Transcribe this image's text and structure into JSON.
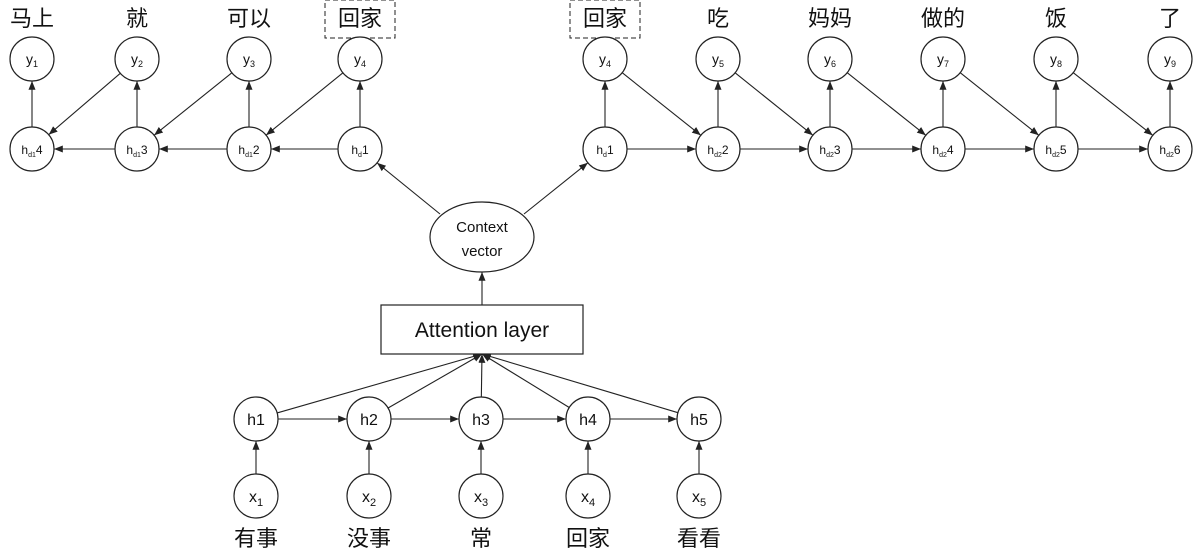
{
  "encoder": {
    "inputs": [
      {
        "base": "x",
        "sub": "1",
        "word": "有事"
      },
      {
        "base": "x",
        "sub": "2",
        "word": "没事"
      },
      {
        "base": "x",
        "sub": "3",
        "word": "常"
      },
      {
        "base": "x",
        "sub": "4",
        "word": "回家"
      },
      {
        "base": "x",
        "sub": "5",
        "word": "看看"
      }
    ],
    "hidden": [
      "h1",
      "h2",
      "h3",
      "h4",
      "h5"
    ]
  },
  "attention_label": "Attention layer",
  "context": {
    "line1": "Context",
    "line2": "vector"
  },
  "left_decoder": [
    {
      "word": "马上",
      "y_base": "y",
      "y_sub": "1",
      "h_base": "h",
      "h_sub": "d1",
      "h_suffix": "4"
    },
    {
      "word": "就",
      "y_base": "y",
      "y_sub": "2",
      "h_base": "h",
      "h_sub": "d1",
      "h_suffix": "3"
    },
    {
      "word": "可以",
      "y_base": "y",
      "y_sub": "3",
      "h_base": "h",
      "h_sub": "d1",
      "h_suffix": "2"
    },
    {
      "word": "回家",
      "y_base": "y",
      "y_sub": "4",
      "h_base": "h",
      "h_sub": "d",
      "h_suffix": "1",
      "dashed": true
    }
  ],
  "right_decoder": [
    {
      "word": "回家",
      "y_base": "y",
      "y_sub": "4",
      "h_base": "h",
      "h_sub": "d",
      "h_suffix": "1",
      "dashed": true
    },
    {
      "word": "吃",
      "y_base": "y",
      "y_sub": "5",
      "h_base": "h",
      "h_sub": "d2",
      "h_suffix": "2"
    },
    {
      "word": "妈妈",
      "y_base": "y",
      "y_sub": "6",
      "h_base": "h",
      "h_sub": "d2",
      "h_suffix": "3"
    },
    {
      "word": "做的",
      "y_base": "y",
      "y_sub": "7",
      "h_base": "h",
      "h_sub": "d2",
      "h_suffix": "4"
    },
    {
      "word": "饭",
      "y_base": "y",
      "y_sub": "8",
      "h_base": "h",
      "h_sub": "d2",
      "h_suffix": "5"
    },
    {
      "word": "了",
      "y_base": "y",
      "y_sub": "9",
      "h_base": "h",
      "h_sub": "d2",
      "h_suffix": "6"
    }
  ]
}
